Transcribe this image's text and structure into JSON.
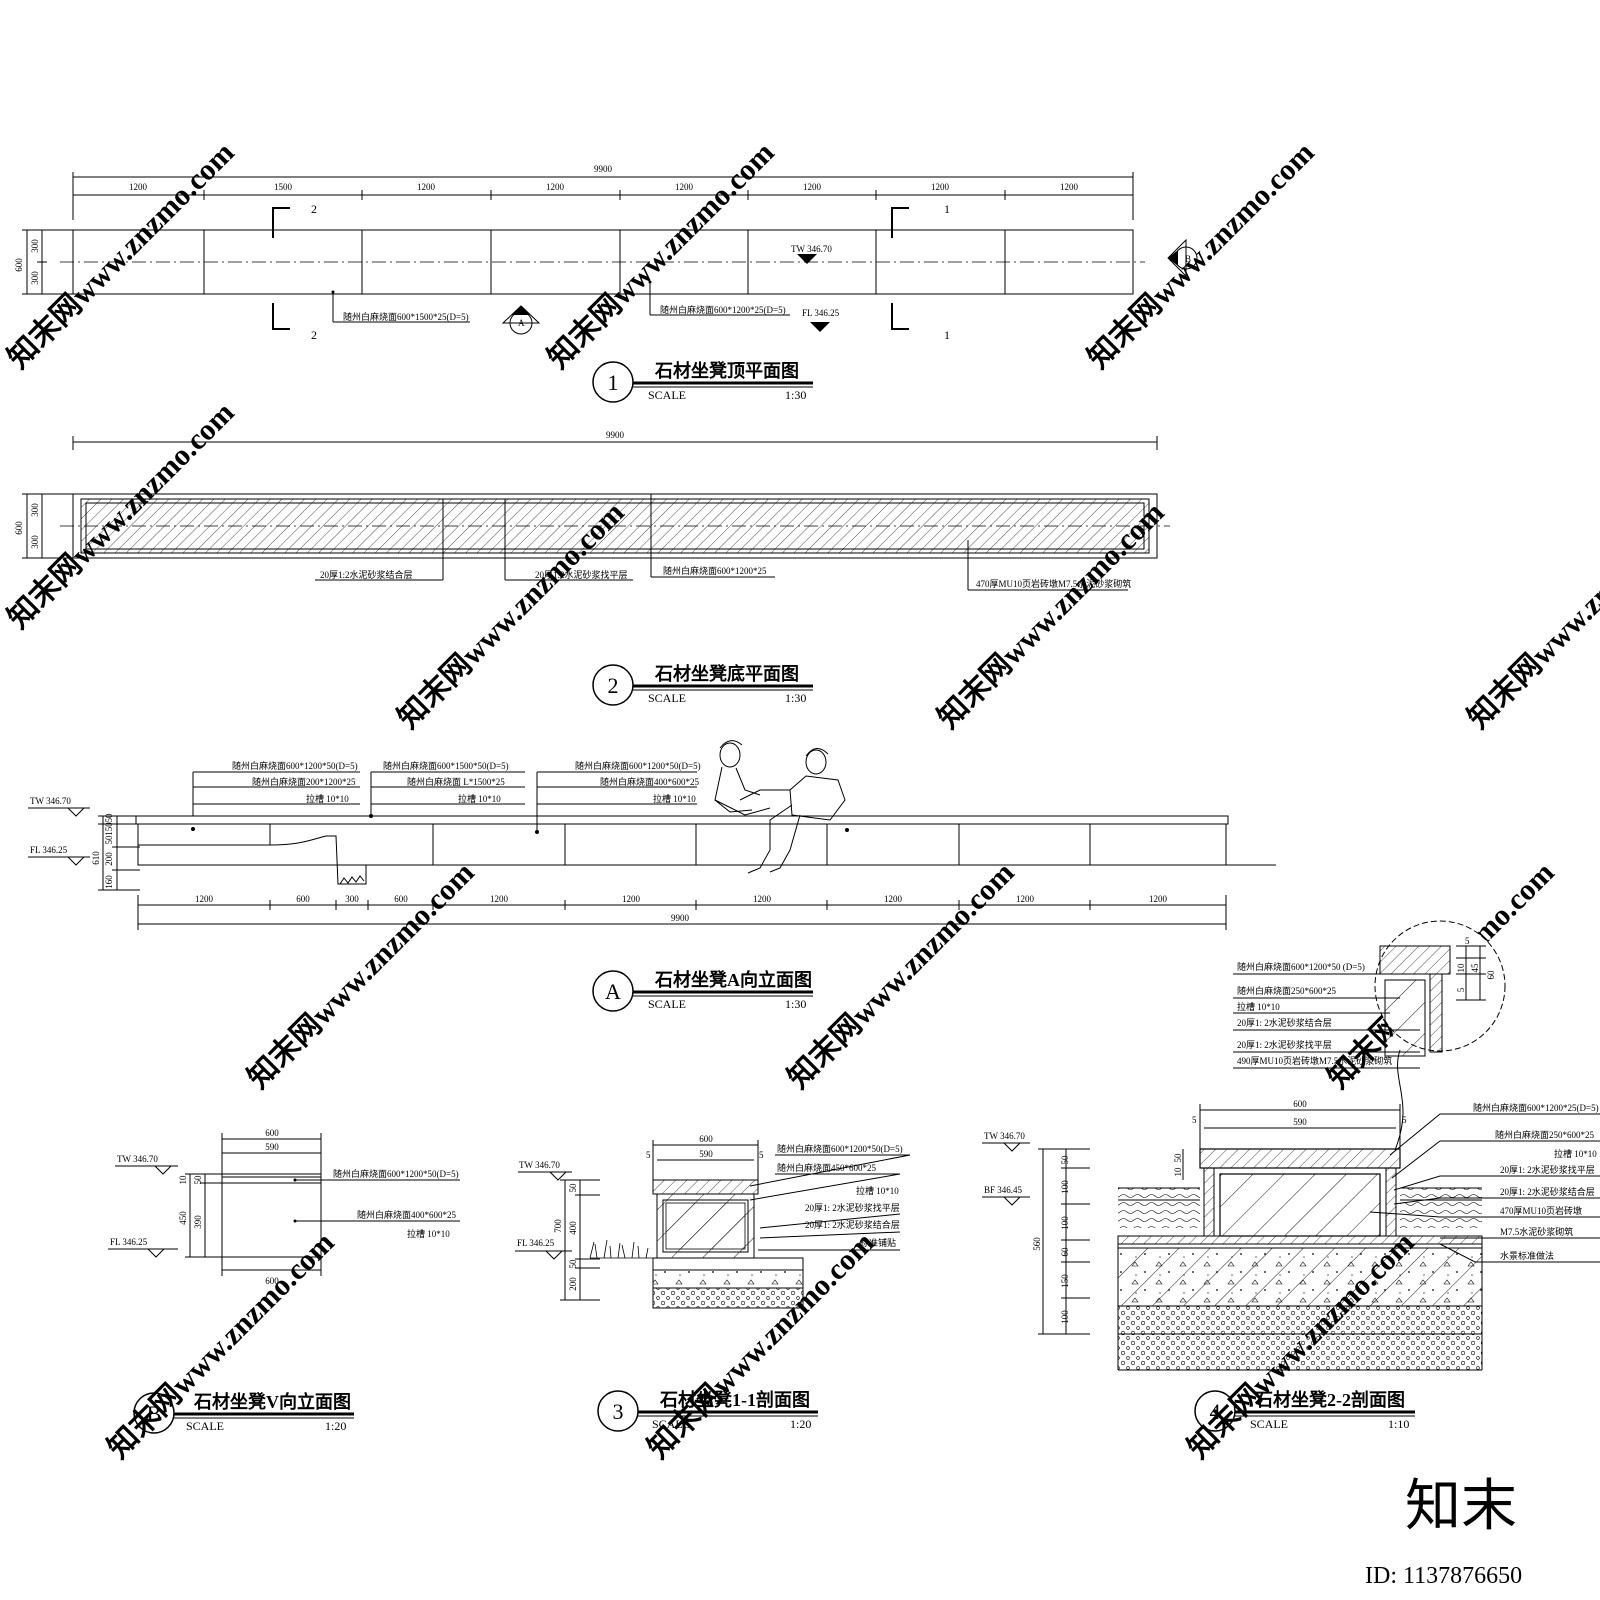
{
  "watermark": "知末网www.znzmo.com",
  "logo": {
    "text": "知末",
    "id": "ID: 1137876650"
  },
  "levels": {
    "tw": "TW 346.70",
    "fl": "FL 346.25",
    "fl_b": "FL 346.25",
    "bf": "BF 346.45"
  },
  "plan1": {
    "number": "1",
    "title": "石材坐凳顶平面图",
    "scale_label": "SCALE",
    "scale": "1:30",
    "total": "9900",
    "segments": [
      "1200",
      "1500",
      "1200",
      "1200",
      "1200",
      "1200",
      "1200",
      "1200"
    ],
    "width_total": "600",
    "width_parts": [
      "300",
      "300"
    ],
    "notes": [
      "随州白麻烧面600*1500*25(D=5)",
      "随州白麻烧面600*1200*25(D=5)"
    ],
    "section_marks": [
      "1",
      "1",
      "2",
      "2"
    ],
    "view_marks": [
      "A",
      "B"
    ]
  },
  "plan2": {
    "number": "2",
    "title": "石材坐凳底平面图",
    "scale_label": "SCALE",
    "scale": "1:30",
    "total": "9900",
    "width_total": "600",
    "width_parts": [
      "300",
      "300"
    ],
    "notes": [
      "20厚1:2水泥砂浆结合层",
      "20厚1:2水泥砂浆找平层",
      "随州白麻烧面600*1200*25",
      "470厚MU10页岩砖墩M7.5水泥砂浆砌筑"
    ]
  },
  "elevA": {
    "number": "A",
    "title": "石材坐凳A向立面图",
    "scale_label": "SCALE",
    "scale": "1:30",
    "total": "9900",
    "segments": [
      "1200",
      "600",
      "300",
      "600",
      "1200",
      "1200",
      "1200",
      "1200",
      "1200",
      "1200"
    ],
    "heights": [
      "610",
      "160",
      "200",
      "50",
      "150",
      "50"
    ],
    "notes1": [
      "随州白麻烧面600*1200*50(D=5)",
      "随州白麻烧面200*1200*25",
      "拉槽 10*10"
    ],
    "notes2": [
      "随州白麻烧面600*1500*50(D=5)",
      "随州白麻烧面 L*1500*25",
      "拉槽 10*10"
    ],
    "notes3": [
      "随州白麻烧面600*1200*50(D=5)",
      "随州白麻烧面400*600*25",
      "拉槽 10*10"
    ]
  },
  "elevB": {
    "number": "B",
    "title": "石材坐凳V向立面图",
    "scale_label": "SCALE",
    "scale": "1:20",
    "top_dims": [
      "600",
      "590"
    ],
    "bottom_dim": "600",
    "heights": [
      "450",
      "10",
      "50",
      "390"
    ],
    "notes": [
      "随州白麻烧面600*1200*50(D=5)",
      "随州白麻烧面400*600*25",
      "拉槽 10*10"
    ]
  },
  "sec3": {
    "number": "3",
    "title": "石材坐凳1-1剖面图",
    "scale_label": "SCALE",
    "scale": "1:20",
    "top_dims": [
      "600",
      "590",
      "5",
      "5"
    ],
    "heights": [
      "50",
      "400",
      "700",
      "50",
      "200"
    ],
    "notes": [
      "随州白麻烧面600*1200*50(D=5)",
      "随州白麻烧面450*600*25",
      "拉槽 10*10",
      "20厚1: 2水泥砂浆找平层",
      "20厚1: 2水泥砂浆结合层",
      "标准铺贴"
    ]
  },
  "sec4": {
    "number": "4",
    "title": "石材坐凳2-2剖面图",
    "scale_label": "SCALE",
    "scale": "1:10",
    "top_dims": [
      "600",
      "590",
      "5",
      "5"
    ],
    "heights": [
      "50",
      "100",
      "100",
      "60",
      "150",
      "100",
      "560"
    ],
    "side_dims": [
      "10",
      "50"
    ],
    "notes": [
      "随州白麻烧面600*1200*25(D=5)",
      "随州白麻烧面250*600*25",
      "拉槽 10*10",
      "20厚1: 2水泥砂浆找平层",
      "20厚1: 2水泥砂浆结合层",
      "470厚MU10页岩砖墩",
      "M7.5水泥砂浆砌筑",
      "水景标准做法"
    ],
    "detail_notes": [
      "随州白麻烧面600*1200*50 (D=5)",
      "随州白麻烧面250*600*25",
      "拉槽 10*10",
      "20厚1: 2水泥砂浆结合层",
      "20厚1: 2水泥砂浆找平层",
      "490厚MU10页岩砖墩M7.5水泥砂浆砌筑"
    ],
    "detail_dims": [
      "5",
      "10",
      "45",
      "5",
      "60"
    ]
  }
}
